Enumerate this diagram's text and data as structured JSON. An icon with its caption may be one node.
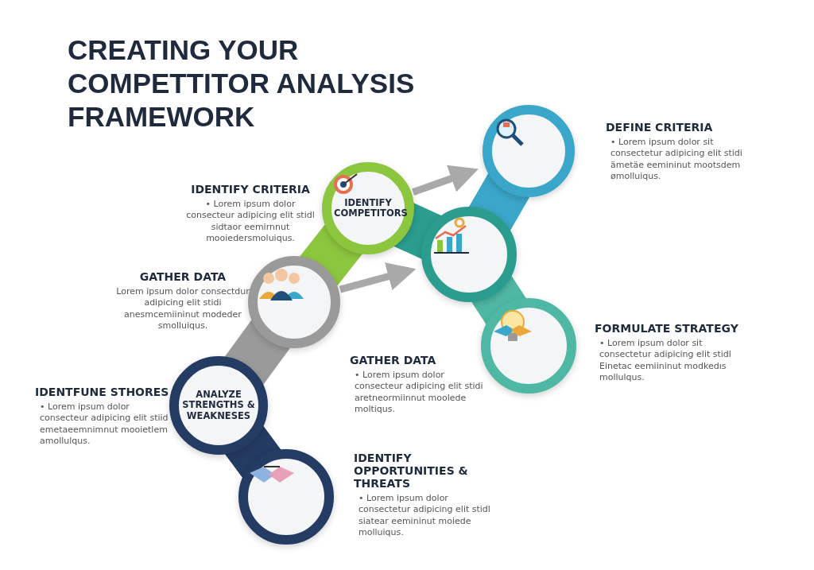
{
  "diagram": {
    "title": "CREATING YOUR COMPETTITOR ANALYSIS FRAMEWORK",
    "nodes": [
      {
        "text": [],
        "shape": "circle",
        "beside": [
          "DEFINE CRITERIA",
          "• Lorem ipsum dolor sit consectetur adipicing elit stidi ämetäe eemininut mootsdem ømolluiqus."
        ]
      },
      {
        "text": [
          "IDENTIFY COMPETITORS"
        ],
        "beside": [
          "IDENTIFY CRITERIA",
          "• Lorem ipsum dolor consecteur adipicing elit stidl sidtaor eemirnnut mooiedersmoluiqus."
        ]
      },
      {
        "text": [],
        "shape": "circle"
      },
      {
        "text": [],
        "shape": "circle",
        "beside": [
          "GATHER DATA",
          "Lorem ipsum dolor consectdur adipicing elit stidi anesmcemiininut modeder smolluiqus."
        ]
      },
      {
        "text": [],
        "shape": "circle",
        "beside": [
          "FORMULATE STRATEGY",
          "• Lorem ipsum dolor sit consectetur adipicing elit stidl Einetac eemiininut modkedıs mollulqus."
        ]
      },
      {
        "text": [
          "ANALYZE STRENGTHS & WEAKNESES"
        ],
        "beside": [
          "IDENTFUNE STHORES",
          "• Lorem ipsum dolor consecteur adipicing elit stiid emetaeemnimnut mooietlem amollulqus."
        ]
      },
      {
        "text": [],
        "shape": "circle",
        "beside": [
          "IDENTIFY OPPORTUNITIES & THREATS",
          "• Lorem ipsum dolor consectetur adipicing elit stidl siatear eemininut moiede molluiqus."
        ]
      }
    ],
    "edges": [
      {
        "from": 1,
        "to": 0,
        "arrow": "to"
      },
      {
        "from": 3,
        "to": 2,
        "arrow": "to"
      }
    ],
    "labels": [
      "GATHER DATA",
      "• Lorem ipsum dolor consecteur adipicing elit stidi aretneormiinnut moolede moltiqus."
    ]
  }
}
